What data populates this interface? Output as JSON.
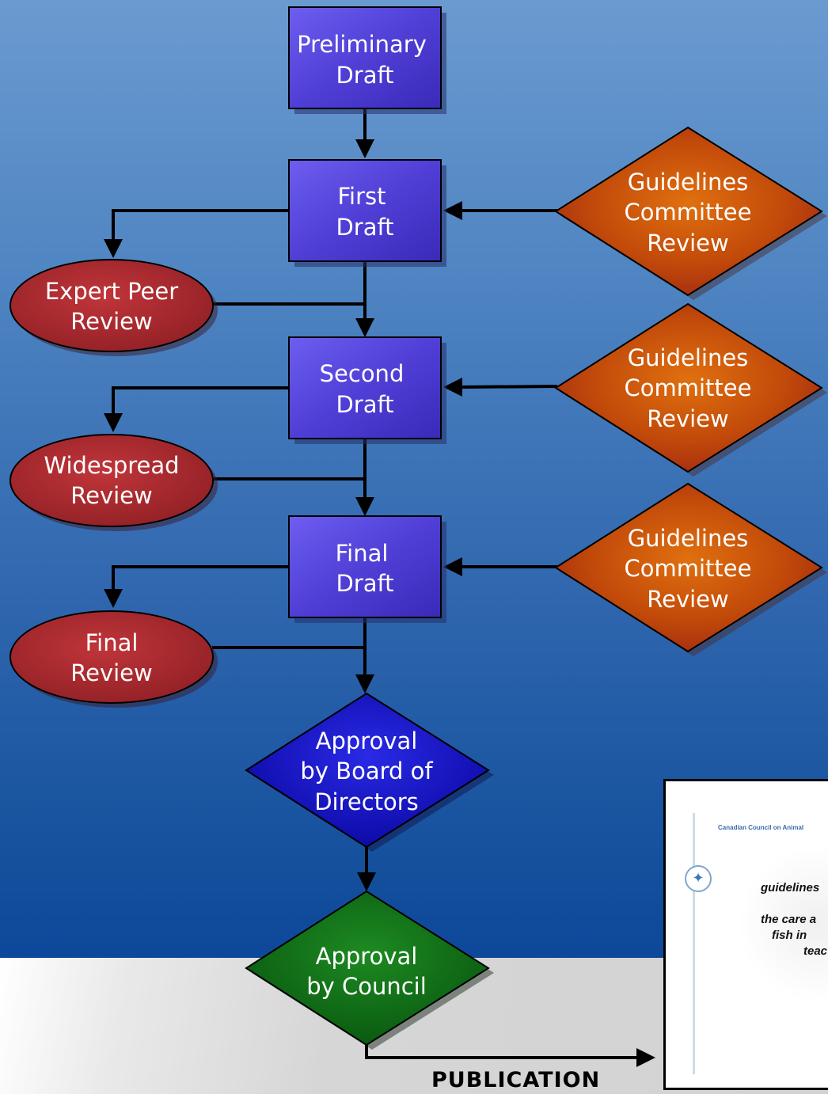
{
  "diagram": {
    "nodes": {
      "preliminary_draft": [
        "Preliminary",
        "Draft"
      ],
      "first_draft": [
        "First",
        "Draft"
      ],
      "second_draft": [
        "Second",
        "Draft"
      ],
      "final_draft": [
        "Final",
        "Draft"
      ],
      "expert_peer_review": [
        "Expert Peer",
        "Review"
      ],
      "widespread_review": [
        "Widespread",
        "Review"
      ],
      "final_review": [
        "Final",
        "Review"
      ],
      "guidelines_review_1": [
        "Guidelines",
        "Committee",
        "Review"
      ],
      "guidelines_review_2": [
        "Guidelines",
        "Committee",
        "Review"
      ],
      "guidelines_review_3": [
        "Guidelines",
        "Committee",
        "Review"
      ],
      "approval_board": [
        "Approval",
        "by Board of",
        "Directors"
      ],
      "approval_council": [
        "Approval",
        "by Council"
      ]
    },
    "publication_label": "PUBLICATION",
    "colors": {
      "draft_box": "#5140d8",
      "review_ellipse": "#a82a2e",
      "committee_diamond": "#c74a08",
      "board_diamond": "#1410c8",
      "council_diamond": "#0d6a12",
      "arrow": "#000000"
    }
  },
  "document_thumbnail": {
    "header": "Canadian Council on Animal",
    "title": "guidelines",
    "lines": [
      "the care a",
      "fish in",
      "teac"
    ]
  }
}
